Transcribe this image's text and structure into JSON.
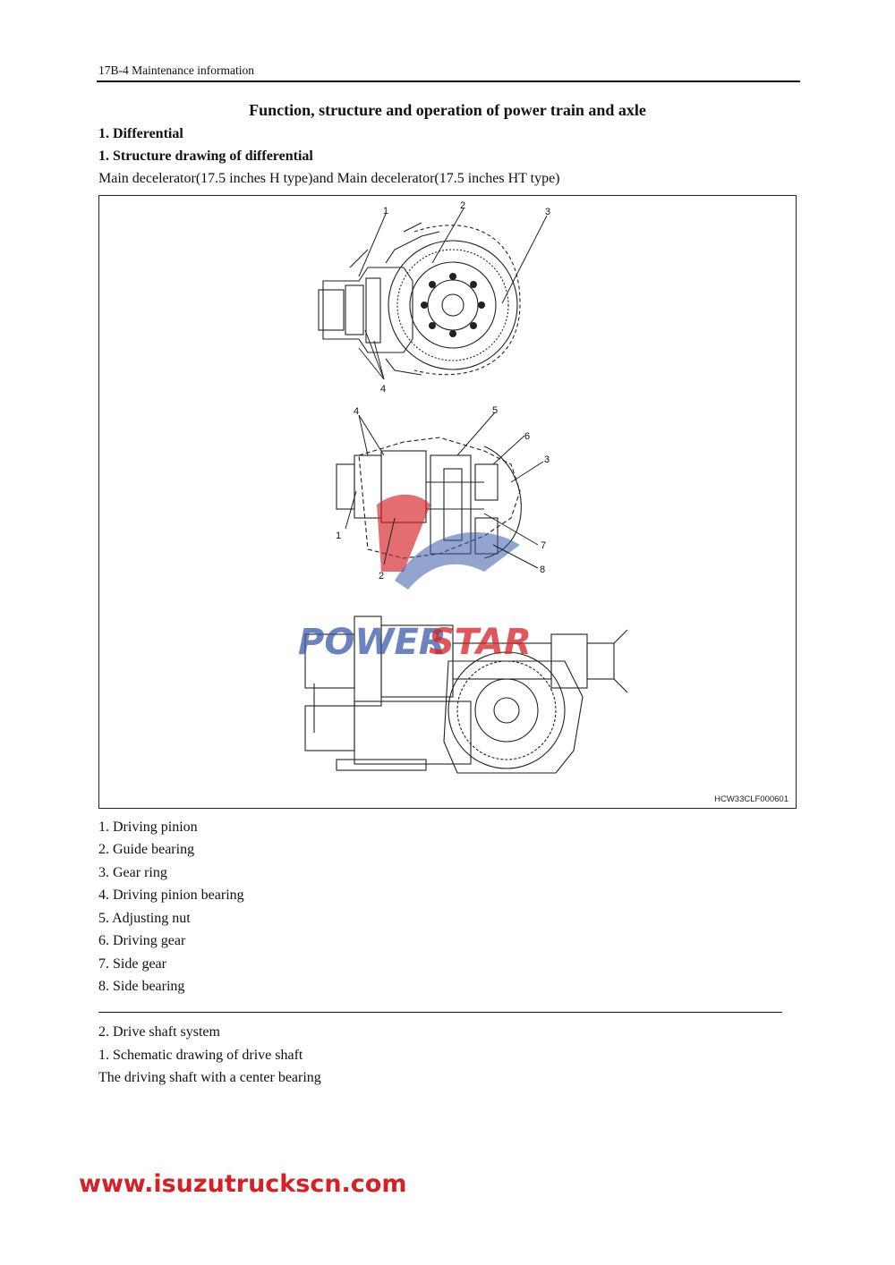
{
  "header": {
    "text": "17B-4 Maintenance information"
  },
  "title": "Function, structure and operation of power train and axle",
  "section1": {
    "heading": "1. Differential",
    "subheading": "1. Structure drawing of differential",
    "caption": "Main decelerator(17.5 inches H type)and Main decelerator(17.5 inches HT type)"
  },
  "figure": {
    "code": "HCW33CLF000601",
    "callouts": {
      "top": [
        "1",
        "2",
        "3",
        "4"
      ],
      "middle": [
        "4",
        "5",
        "6",
        "3",
        "1",
        "2",
        "7",
        "8"
      ]
    },
    "logo": {
      "left_text": "POWER",
      "right_text": "STAR",
      "colors": {
        "left": "#3b5aa8",
        "right": "#d42027"
      }
    }
  },
  "legend": [
    "1. Driving pinion",
    "2. Guide bearing",
    "3. Gear ring",
    "4. Driving pinion bearing",
    "5. Adjusting nut",
    "6. Driving gear",
    "7. Side gear",
    "8. Side bearing"
  ],
  "section2": {
    "heading": "2. Drive shaft system",
    "subheading": "1. Schematic drawing of drive shaft",
    "text": "The driving shaft with a center bearing"
  },
  "watermark": {
    "url": "www.isuzutruckscn.com",
    "color": "#d42027"
  }
}
